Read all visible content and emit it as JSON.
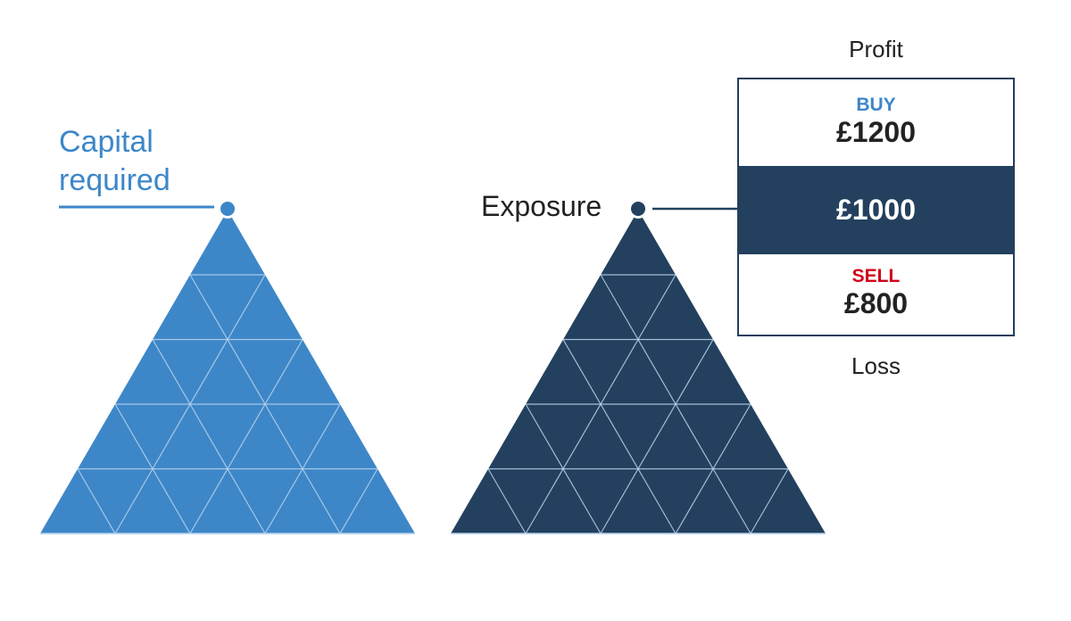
{
  "left": {
    "label_line1": "Capital",
    "label_line2": "required"
  },
  "right": {
    "label": "Exposure"
  },
  "price_box": {
    "top_label": "Profit",
    "buy_label": "BUY",
    "buy_value": "£1200",
    "mid_value": "£1000",
    "sell_label": "SELL",
    "sell_value": "£800",
    "bottom_label": "Loss"
  },
  "colors": {
    "light_blue": "#3d87c8",
    "navy": "#23405e",
    "buy": "#3d87c8",
    "sell": "#d0021b"
  }
}
